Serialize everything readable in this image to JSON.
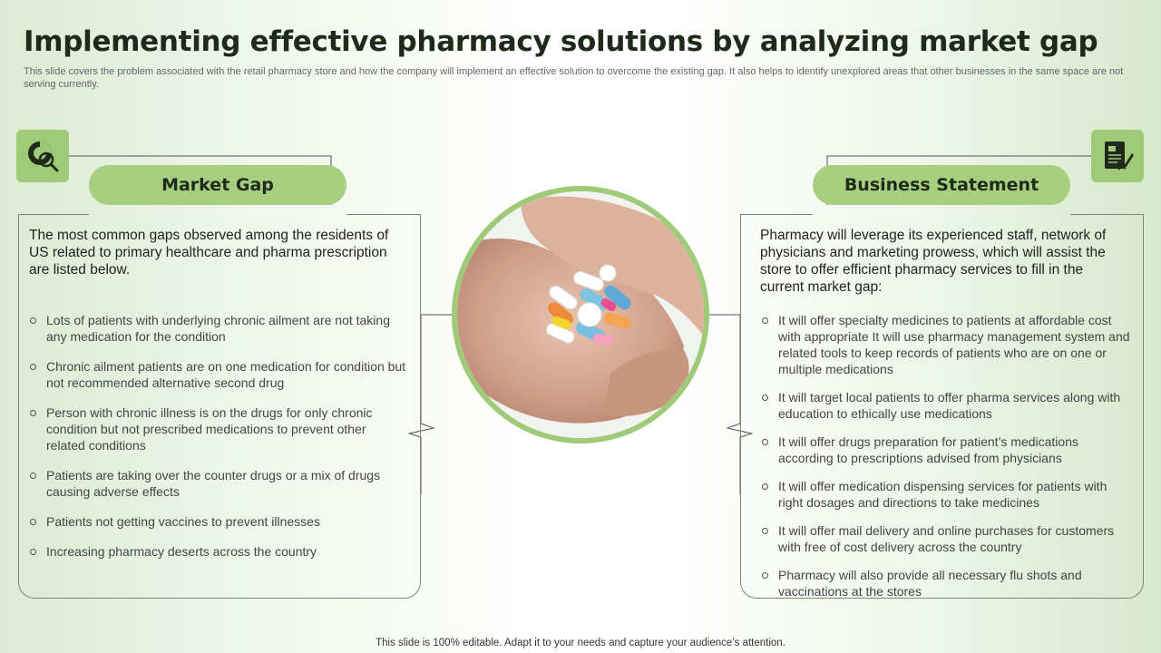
{
  "title": "Implementing effective pharmacy solutions by analyzing market gap",
  "subtitle": "This slide covers the problem associated with the retail pharmacy store and how the company will implement an effective solution to overcome the existing gap. It also helps to identify unexplored areas that other businesses in the same space are not serving currently.",
  "market_gap": {
    "icon": "market-analysis-icon",
    "heading": "Market Gap",
    "intro": "The most common gaps observed among the residents of US related to primary healthcare and pharma prescription are listed below.",
    "items": [
      "Lots of patients with underlying chronic ailment are not taking any medication for the condition",
      "Chronic ailment patients are on one medication for condition but not recommended alternative second drug",
      "Person with chronic illness is on the drugs for only chronic condition but not prescribed medications to prevent other related conditions",
      "Patients are taking over the counter drugs or a mix of drugs causing adverse effects",
      "Patients not getting vaccines to prevent illnesses",
      "Increasing pharmacy deserts across the country"
    ]
  },
  "business_statement": {
    "icon": "document-signature-icon",
    "heading": "Business Statement",
    "intro": "Pharmacy will leverage its experienced staff, network of physicians and marketing prowess, which will assist the store to offer efficient pharmacy services to fill in the current market gap:",
    "items": [
      "It will offer specialty medicines to patients at affordable cost with appropriate It will use pharmacy management system and related tools to keep records of patients who are on one or multiple medications",
      "It will target local patients to offer pharma services along with education to ethically use medications",
      "It will offer drugs preparation for patient’s medications according to prescriptions advised from physicians",
      "It will offer medication dispensing services for patients with right dosages and directions to take medicines",
      "It will offer mail delivery and online purchases for customers with free of cost delivery across the country",
      "Pharmacy will also provide all necessary flu shots and vaccinations at the stores"
    ]
  },
  "center_image": "hands-holding-pills-photo",
  "footer": "This slide is 100% editable. Adapt it to your needs and capture your audience’s attention.",
  "colors": {
    "accent": "#9fca78",
    "pill": "#a6cf7f",
    "title": "#1e2a1a"
  }
}
